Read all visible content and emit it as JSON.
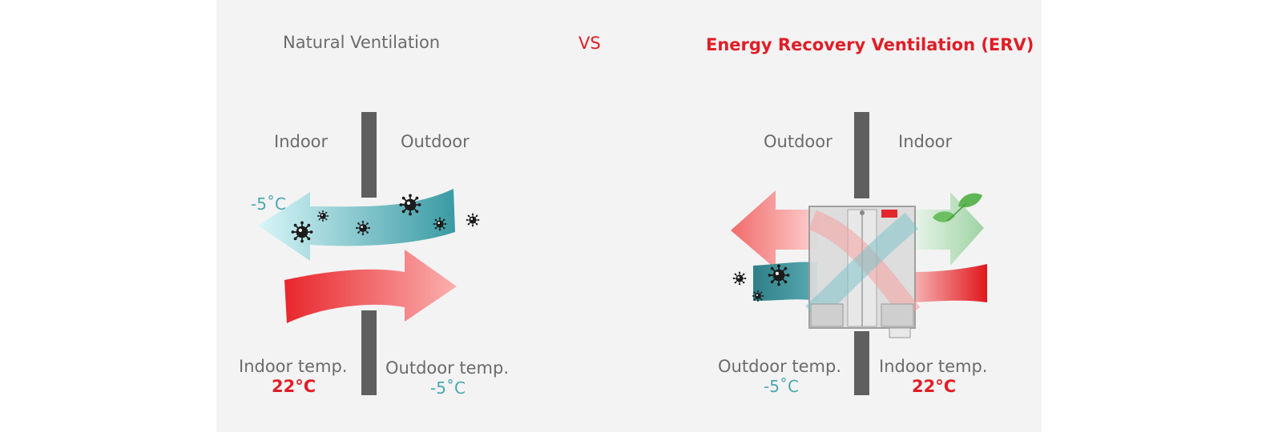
{
  "header": {
    "left_title": "Natural Ventilation",
    "vs": "VS",
    "right_title": "Energy Recovery Ventilation (ERV)"
  },
  "left_panel": {
    "indoor_label": "Indoor",
    "outdoor_label": "Outdoor",
    "cold_air_temp": "-5˚C",
    "indoor_temp_label": "Indoor temp.",
    "indoor_temp_value": "22°C",
    "outdoor_temp_label": "Outdoor temp.",
    "outdoor_temp_value": "-5˚C"
  },
  "right_panel": {
    "outdoor_label": "Outdoor",
    "indoor_label": "Indoor",
    "outdoor_temp_label": "Outdoor temp.",
    "outdoor_temp_value": "-5˚C",
    "indoor_temp_label": "Indoor temp.",
    "indoor_temp_value": "22°C"
  },
  "colors": {
    "panel_bg": "#f3f3f3",
    "wall": "#5f5f5f",
    "hot_red": "#e01e26",
    "cold_teal": "#4aa7b0",
    "label_gray": "#6b6b6b"
  },
  "icons": [
    "virus-icon",
    "leaf-icon",
    "erv-unit-icon"
  ]
}
